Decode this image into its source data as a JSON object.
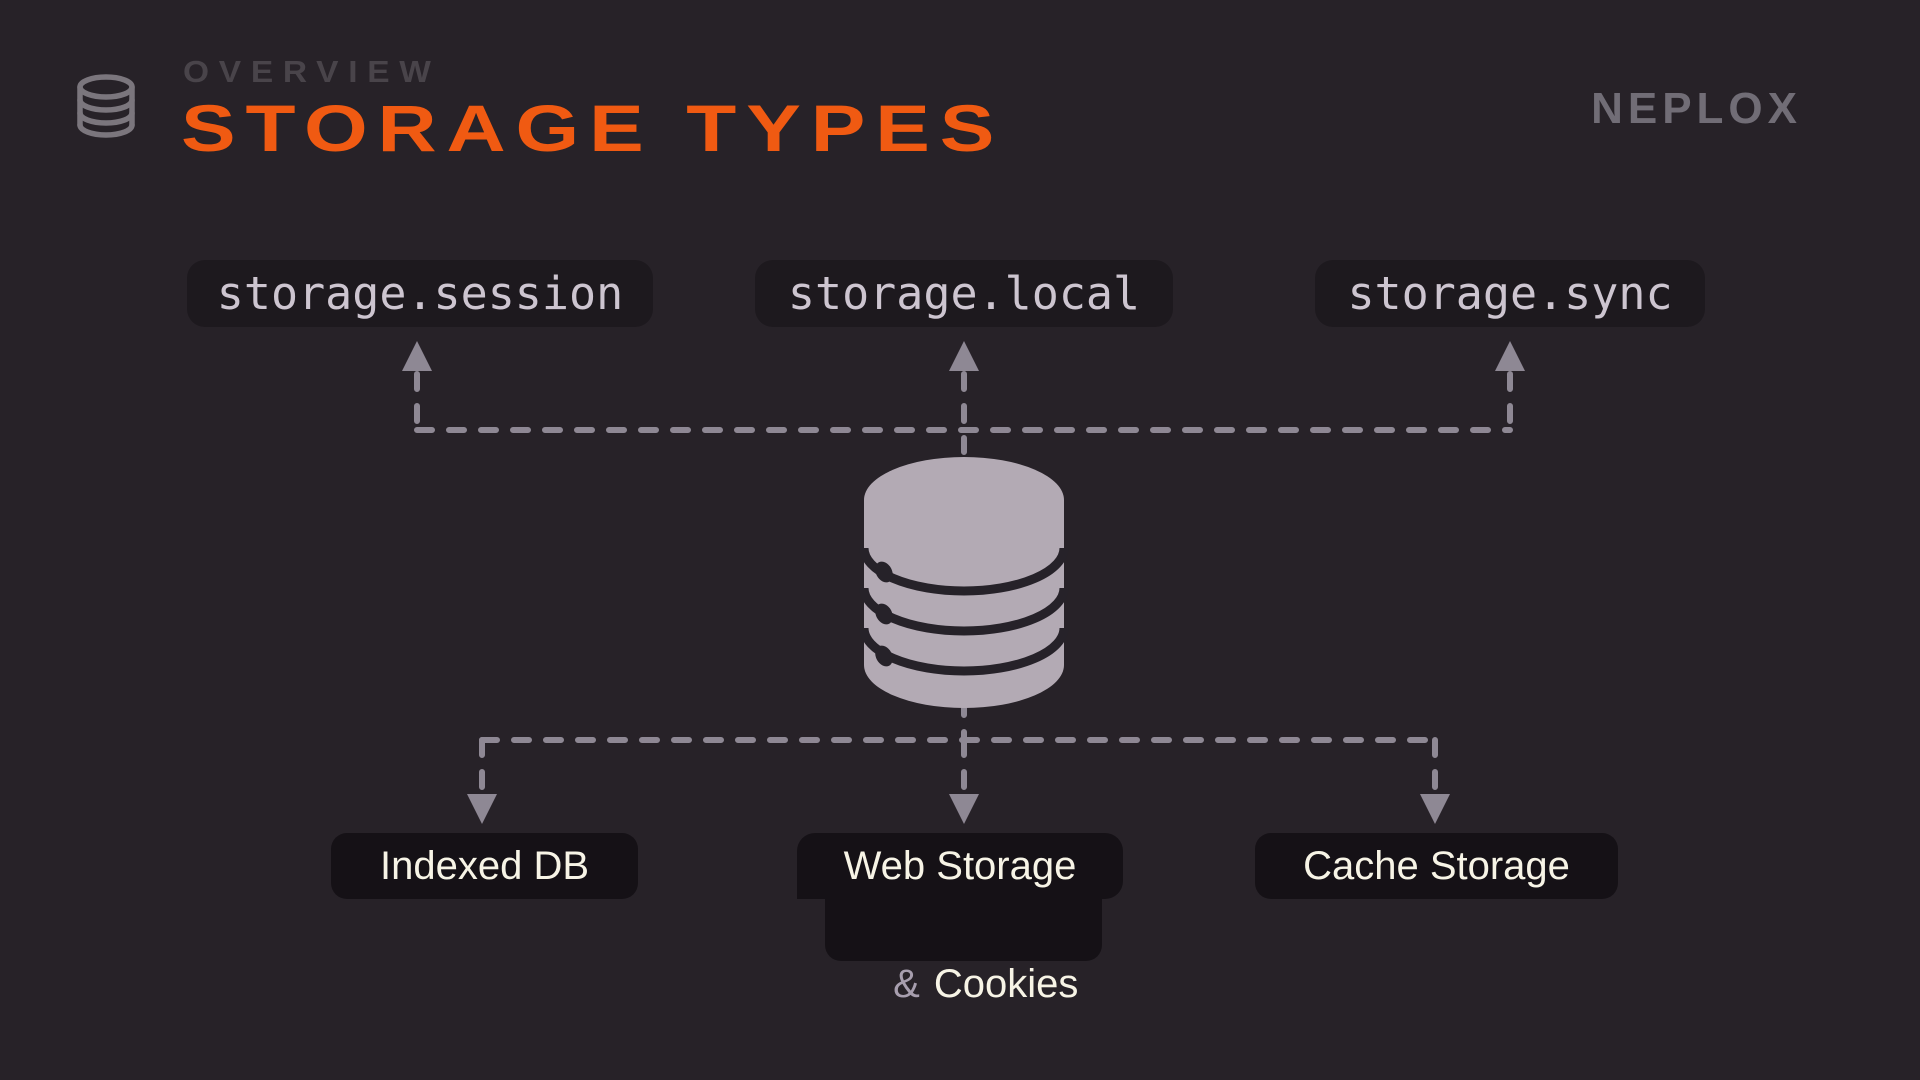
{
  "slide": {
    "background_color": "#272228",
    "header": {
      "eyebrow": "OVERVIEW",
      "title": "STORAGE TYPES",
      "title_color": "#f05a12",
      "brand": "NEPLOX",
      "icon": "database-outline-icon"
    },
    "diagram": {
      "connector_color": "#8e8894",
      "database_fill_color": "#b3aab4",
      "star_color": "#f25708",
      "top_nodes": [
        {
          "label": "storage.session"
        },
        {
          "label": "storage.local"
        },
        {
          "label": "storage.sync"
        }
      ],
      "bottom_nodes": [
        {
          "label": "Indexed DB",
          "starred": true
        },
        {
          "label": "Web Storage & Cookies",
          "line1": "Web Storage",
          "amp": "&",
          "line2": "Cookies",
          "starred": true
        },
        {
          "label": "Cache Storage",
          "starred": false
        }
      ]
    }
  }
}
